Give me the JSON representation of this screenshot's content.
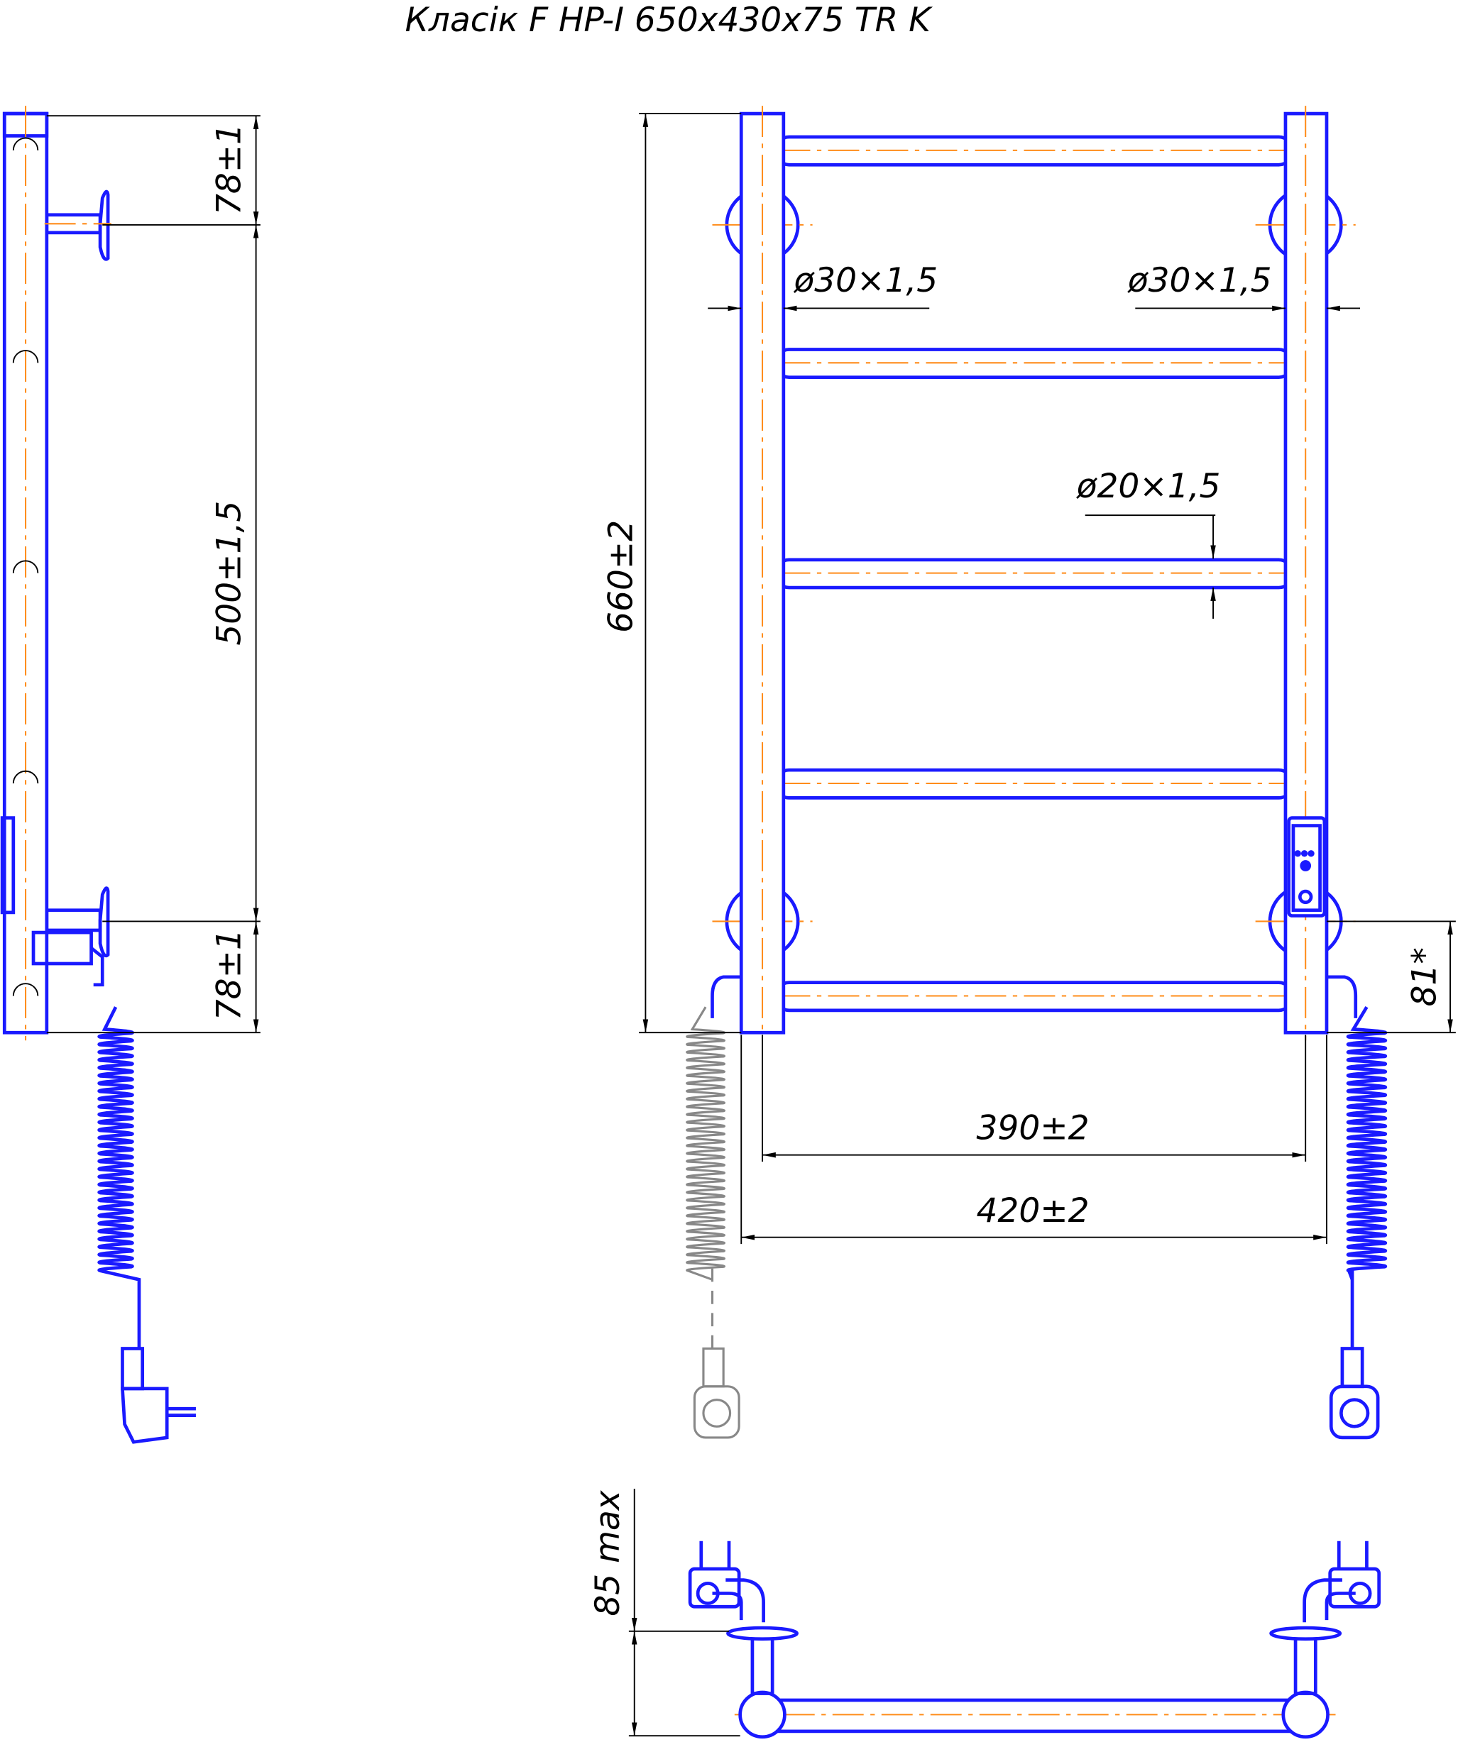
{
  "title": "Класік F HP-I  650x430x75 TR K",
  "colors": {
    "outline": "#1a1aff",
    "centerline": "#ff8c1a",
    "dimension": "#000000"
  },
  "side_view": {
    "dim_top": "78±1",
    "dim_middle": "500±1,5",
    "dim_bottom": "78±1"
  },
  "front_view": {
    "dim_height": "660±2",
    "dim_pipe_left": "ø30×1,5",
    "dim_pipe_right": "ø30×1,5",
    "dim_rail": "ø20×1,5",
    "dim_axis_width": "390±2",
    "dim_total_width": "420±2",
    "dim_heater_offset": "81*"
  },
  "bottom_view": {
    "dim_depth": "85 max"
  }
}
